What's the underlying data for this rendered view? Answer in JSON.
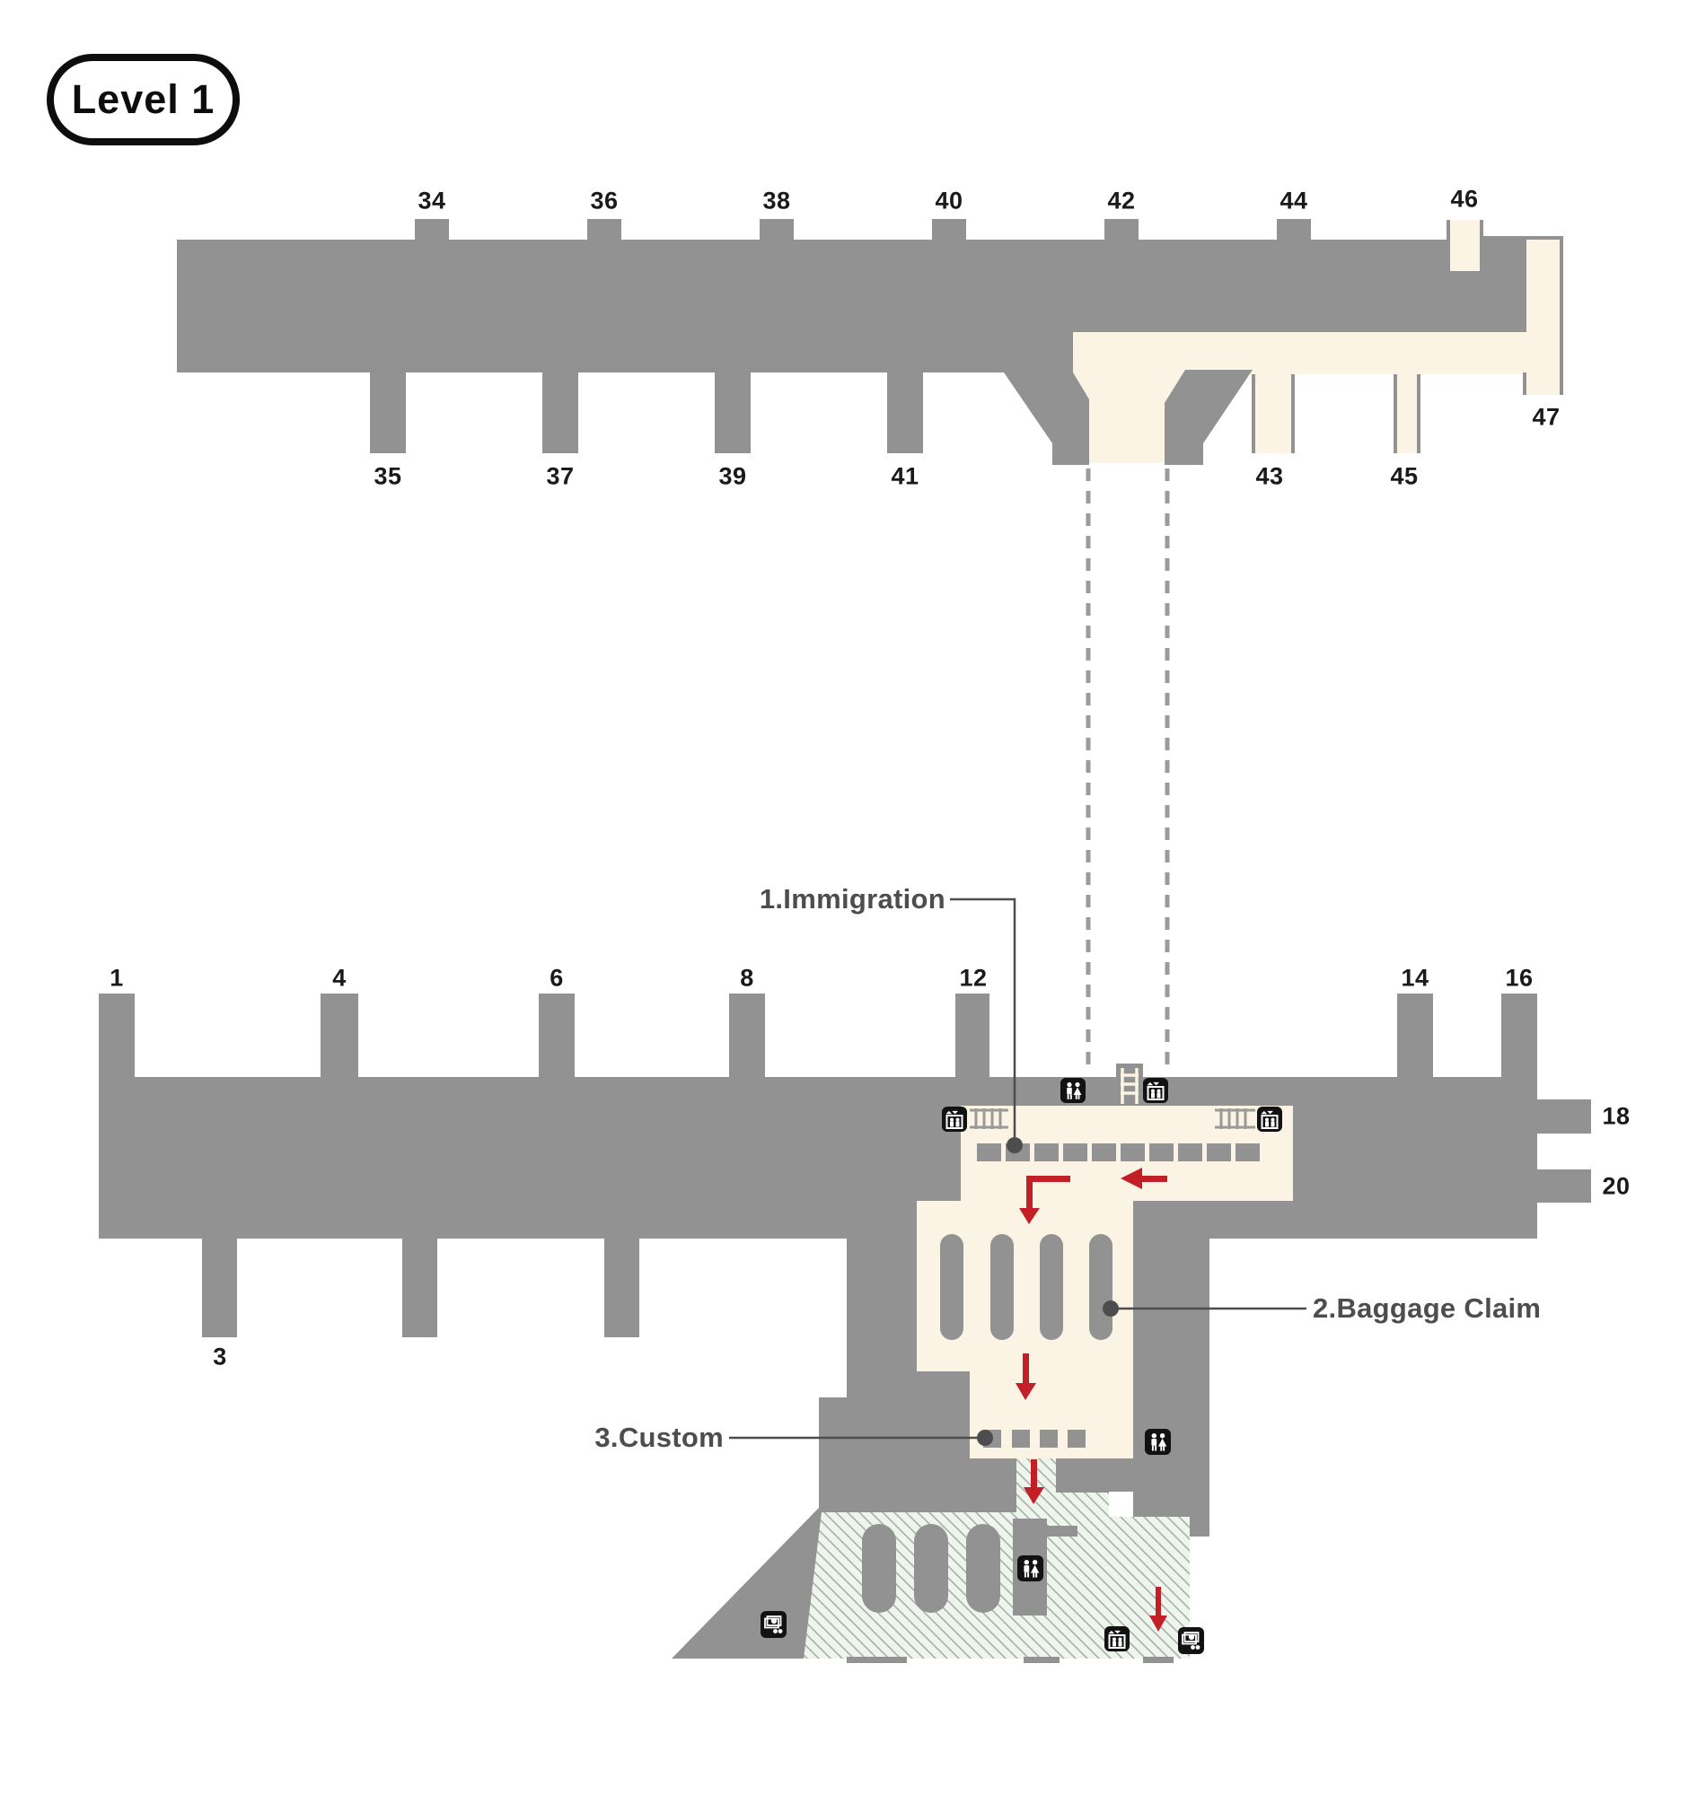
{
  "badge": {
    "label": "Level 1"
  },
  "annotations": {
    "immigration": "1.Immigration",
    "baggage": "2.Baggage Claim",
    "custom": "3.Custom"
  },
  "gates": {
    "g1": "1",
    "g3": "3",
    "g4": "4",
    "g6": "6",
    "g8": "8",
    "g12": "12",
    "g14": "14",
    "g16": "16",
    "g18": "18",
    "g20": "20",
    "g34": "34",
    "g35": "35",
    "g36": "36",
    "g37": "37",
    "g38": "38",
    "g39": "39",
    "g40": "40",
    "g41": "41",
    "g42": "42",
    "g43": "43",
    "g44": "44",
    "g45": "45",
    "g46": "46",
    "g47": "47"
  },
  "icons": {
    "restroom": "man-woman-figures",
    "elevator": "elevator-cab-with-up-down-arrows",
    "atm": "cash-banknote-with-coins",
    "stairs": "ladder-stairs",
    "escalator": "moving-walkway-ladder"
  },
  "colors": {
    "map_gray": "#929292",
    "walkway_cream": "#FBF3E3",
    "arrival_hall_green": "#EEF5EC",
    "hatch_line": "#A9B0A9",
    "arrow_red": "#C22026",
    "label_dark": "#4D4D4D",
    "icon_black": "#121212",
    "dashed_gray": "#9B9B9B"
  }
}
